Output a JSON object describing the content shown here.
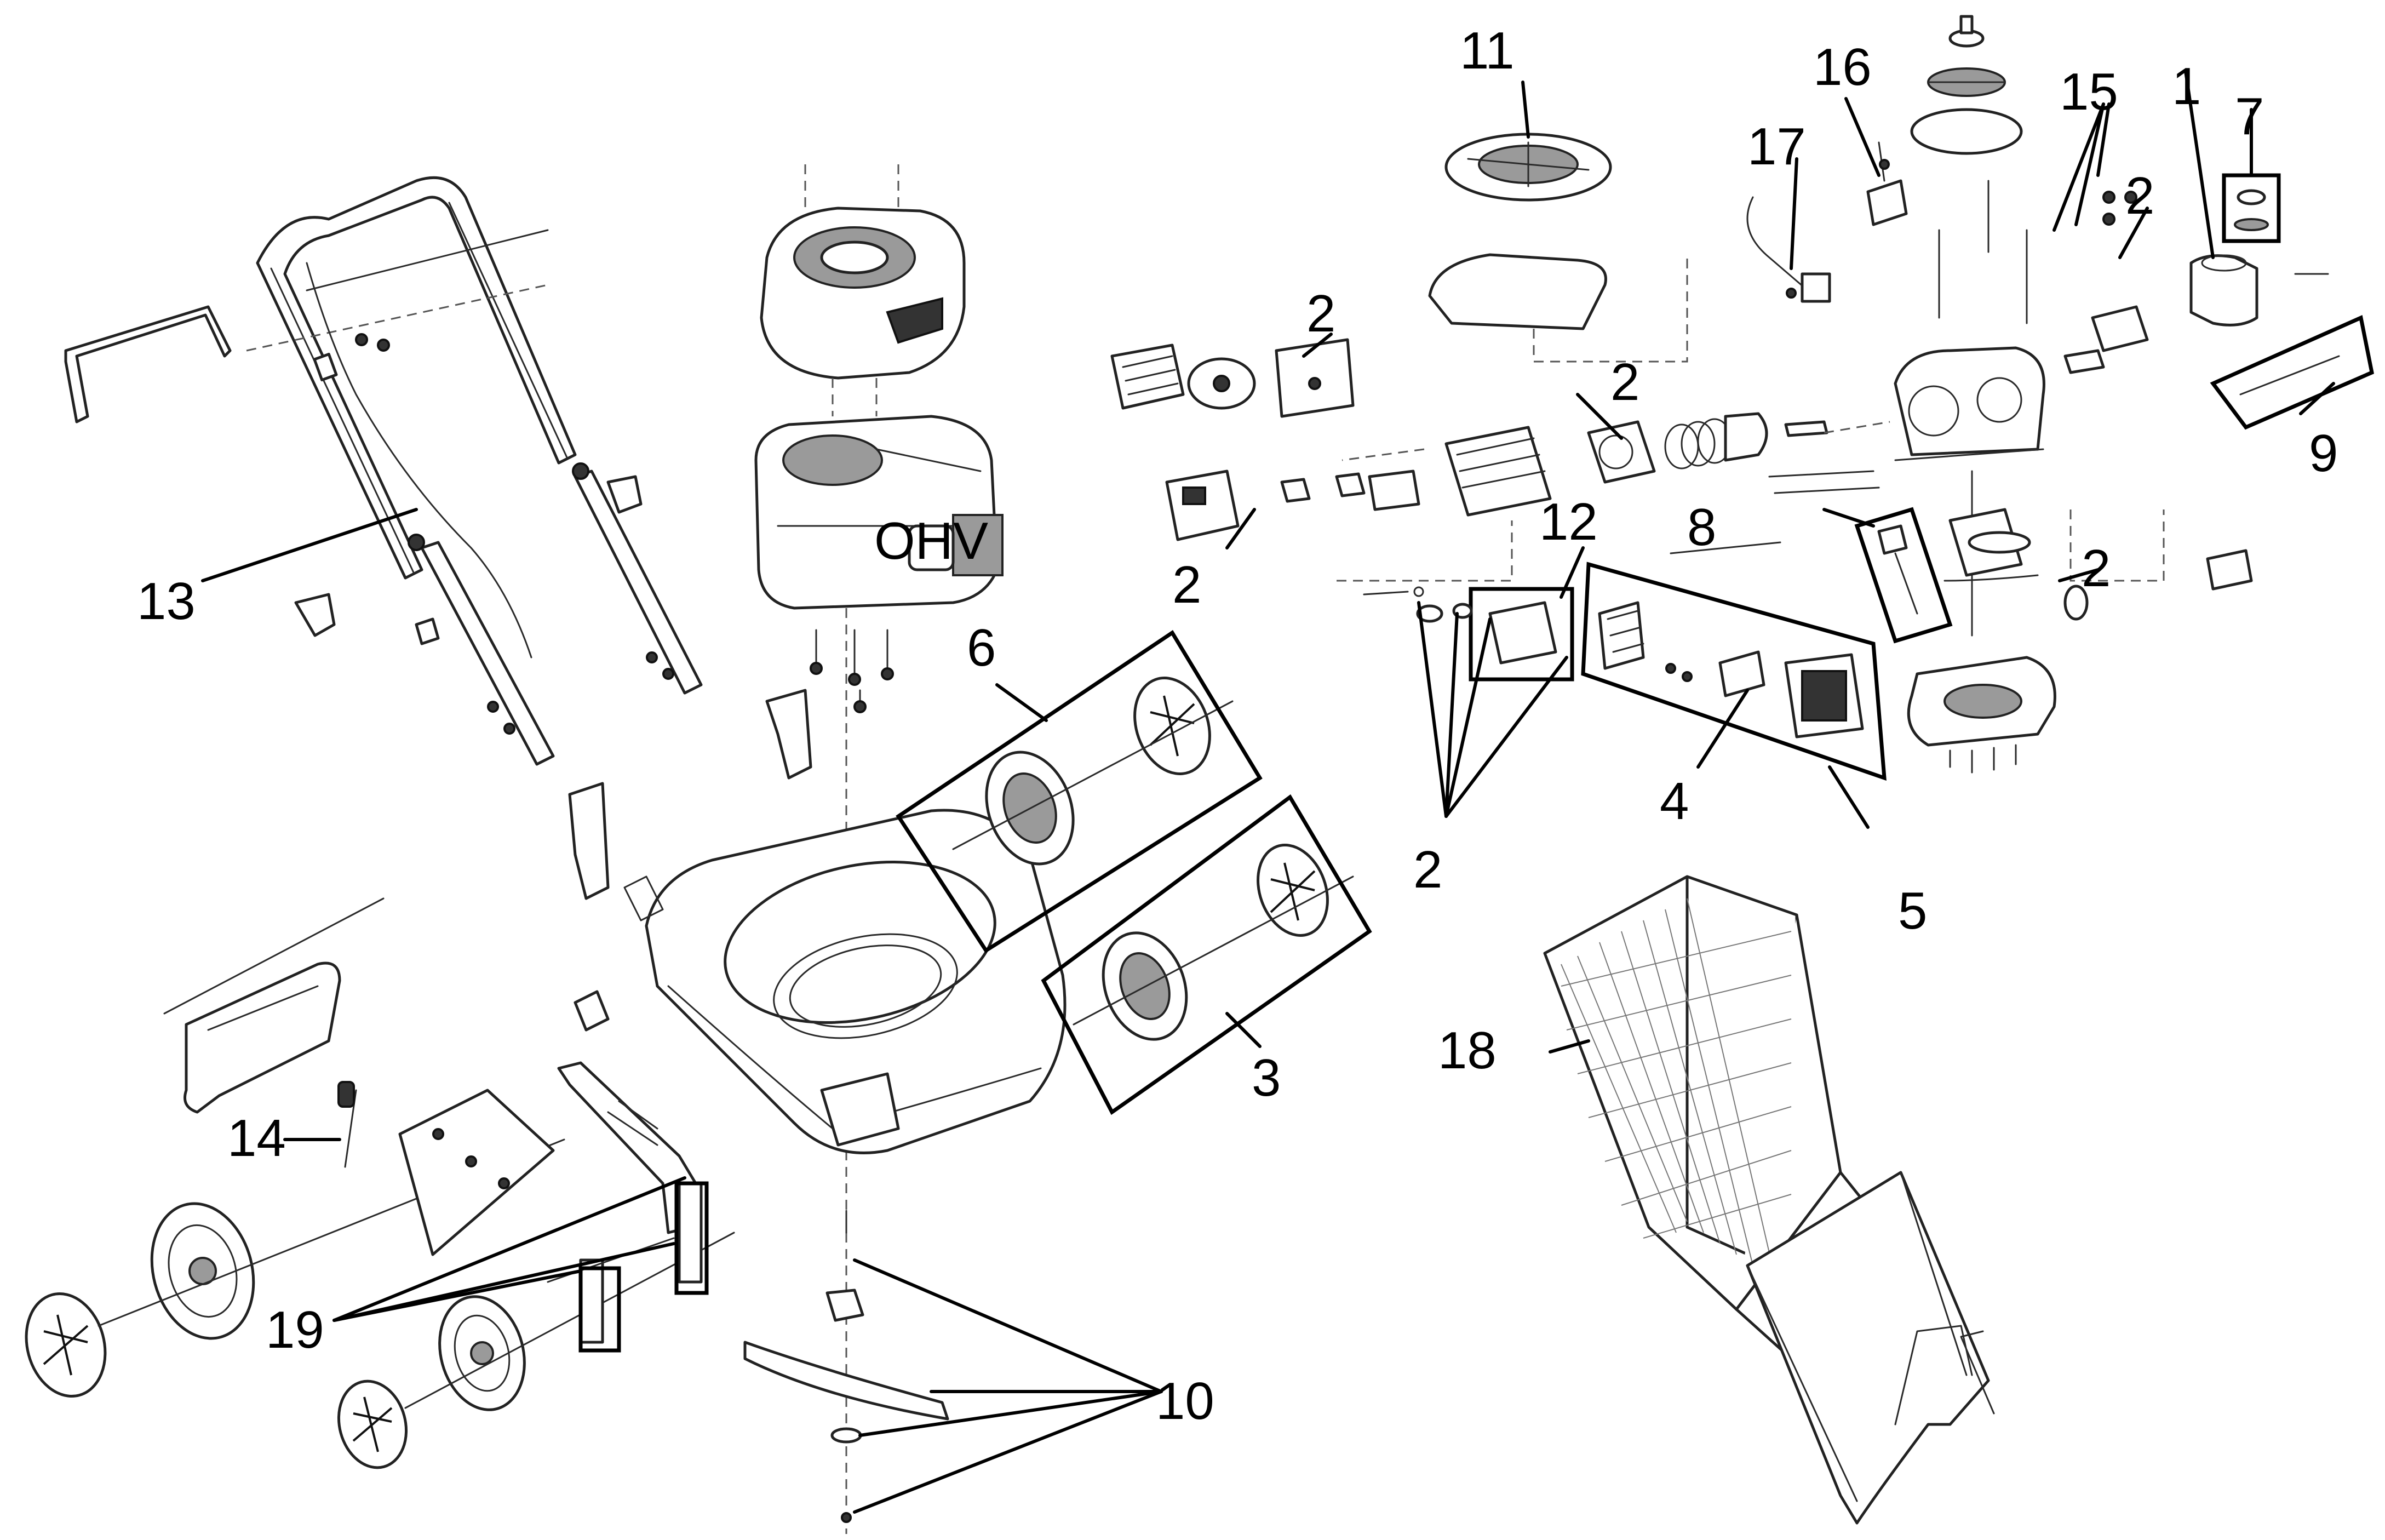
{
  "callouts": [
    {
      "id": "c1",
      "text": "1"
    },
    {
      "id": "c2a",
      "text": "2"
    },
    {
      "id": "c2b",
      "text": "2"
    },
    {
      "id": "c2c",
      "text": "2"
    },
    {
      "id": "c2d",
      "text": "2"
    },
    {
      "id": "c2e",
      "text": "2"
    },
    {
      "id": "c2f",
      "text": "2"
    },
    {
      "id": "c3",
      "text": "3"
    },
    {
      "id": "c4",
      "text": "4"
    },
    {
      "id": "c5",
      "text": "5"
    },
    {
      "id": "c6",
      "text": "6"
    },
    {
      "id": "c7",
      "text": "7"
    },
    {
      "id": "c8",
      "text": "8"
    },
    {
      "id": "c9",
      "text": "9"
    },
    {
      "id": "c10",
      "text": "10"
    },
    {
      "id": "c11",
      "text": "11"
    },
    {
      "id": "c12",
      "text": "12"
    },
    {
      "id": "c13",
      "text": "13"
    },
    {
      "id": "c14",
      "text": "14"
    },
    {
      "id": "c15",
      "text": "15"
    },
    {
      "id": "c16",
      "text": "16"
    },
    {
      "id": "c17",
      "text": "17"
    },
    {
      "id": "c18",
      "text": "18"
    },
    {
      "id": "c19",
      "text": "19"
    }
  ],
  "engine_label": "OHV"
}
